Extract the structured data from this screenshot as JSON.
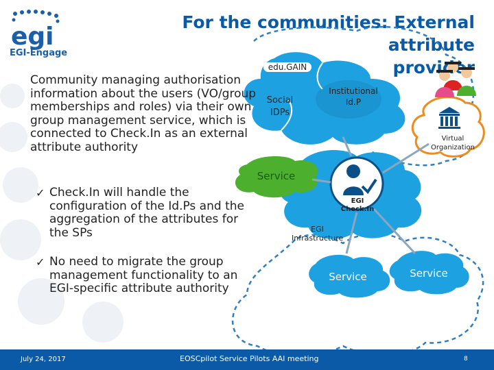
{
  "logo": {
    "wordmark": "egi",
    "subtitle": "EGI-Engage"
  },
  "title": {
    "line1": "For the communities: External attribute",
    "line2": "provider"
  },
  "intro": "Community managing authorisation information about the users (VO/group memberships and roles) via their own group management service, which is connected to Check.In as an external attribute authority",
  "bullets": [
    "Check.In will handle the configuration of the Id.Ps and the aggregation of the attributes for the SPs",
    "No need to migrate the group management functionality to an EGI-specific attribute authority"
  ],
  "diagram": {
    "edugain": "edu.GAIN",
    "social": "Social IDPs",
    "institutional": "Institutional Id.P",
    "vo": "Virtual Organization",
    "service_left": "Service",
    "checkin": "EGI Check.In",
    "infra": "EGI Infrastructure",
    "service_mid": "Service",
    "service_right": "Service",
    "colors": {
      "cloud": "#1ea1e0",
      "dark_cloud": "#0a4f86",
      "green": "#4caf2e",
      "orange": "#ef8a1d"
    }
  },
  "footer": {
    "date": "July 24, 2017",
    "event": "EOSCpilot Service Pilots AAI meeting",
    "page": "8"
  }
}
